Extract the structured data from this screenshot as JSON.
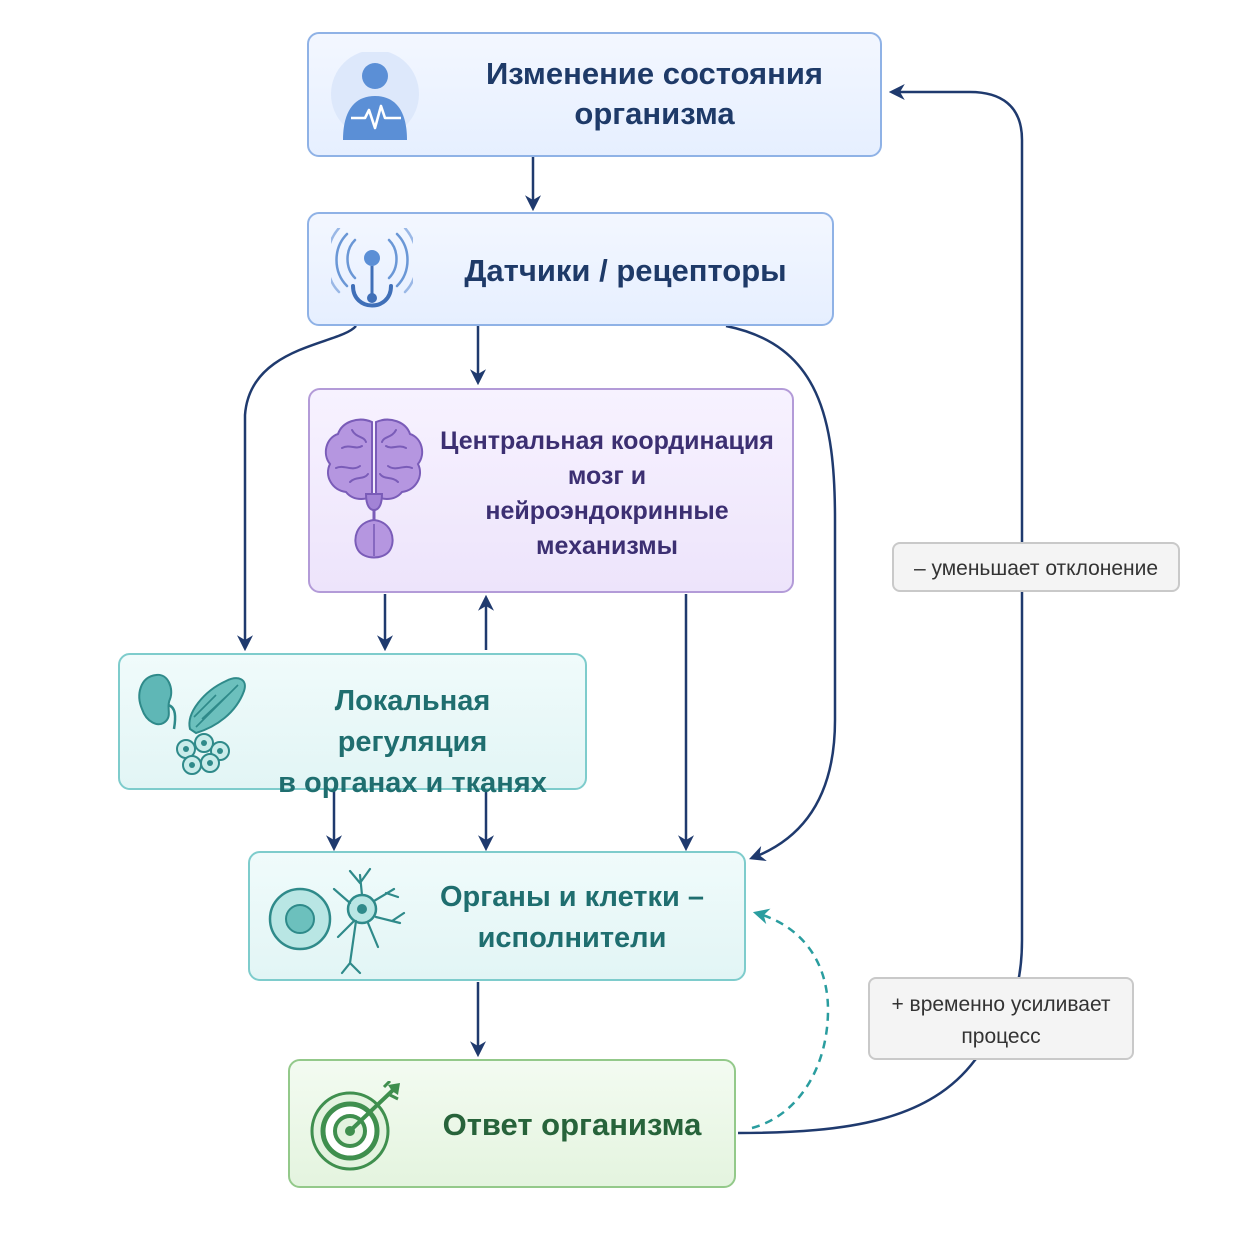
{
  "nodes": {
    "state_change": {
      "lines": [
        "Изменение состояния",
        "организма"
      ],
      "icon": "human-heartbeat-icon"
    },
    "sensors": {
      "lines": [
        "Датчики / рецепторы"
      ],
      "icon": "sensor-receptor-icon"
    },
    "central": {
      "lines": [
        "Центральная координация",
        "мозг и",
        "нейроэндокринные",
        "механизмы"
      ],
      "icon": "brain-gland-icon"
    },
    "local": {
      "lines": [
        "Локальная регуляция",
        "в органах и тканях"
      ],
      "icon": "kidney-muscle-cells-icon"
    },
    "effectors": {
      "lines": [
        "Органы и клетки –",
        "исполнители"
      ],
      "icon": "cell-neuron-icon"
    },
    "response": {
      "lines": [
        "Ответ организма"
      ],
      "icon": "target-arrow-icon"
    }
  },
  "notes": {
    "negative": {
      "lines": [
        "– уменьшает отклонение"
      ]
    },
    "positive": {
      "lines": [
        "+ временно усиливает",
        "процесс"
      ]
    }
  },
  "colors": {
    "arrow": "#1f3a6e",
    "dashed_arrow": "#2a9d9f",
    "blue_text": "#1e3a68",
    "purple_text": "#3c2f72",
    "teal_text": "#1f6e6f",
    "green_text": "#27633a"
  }
}
